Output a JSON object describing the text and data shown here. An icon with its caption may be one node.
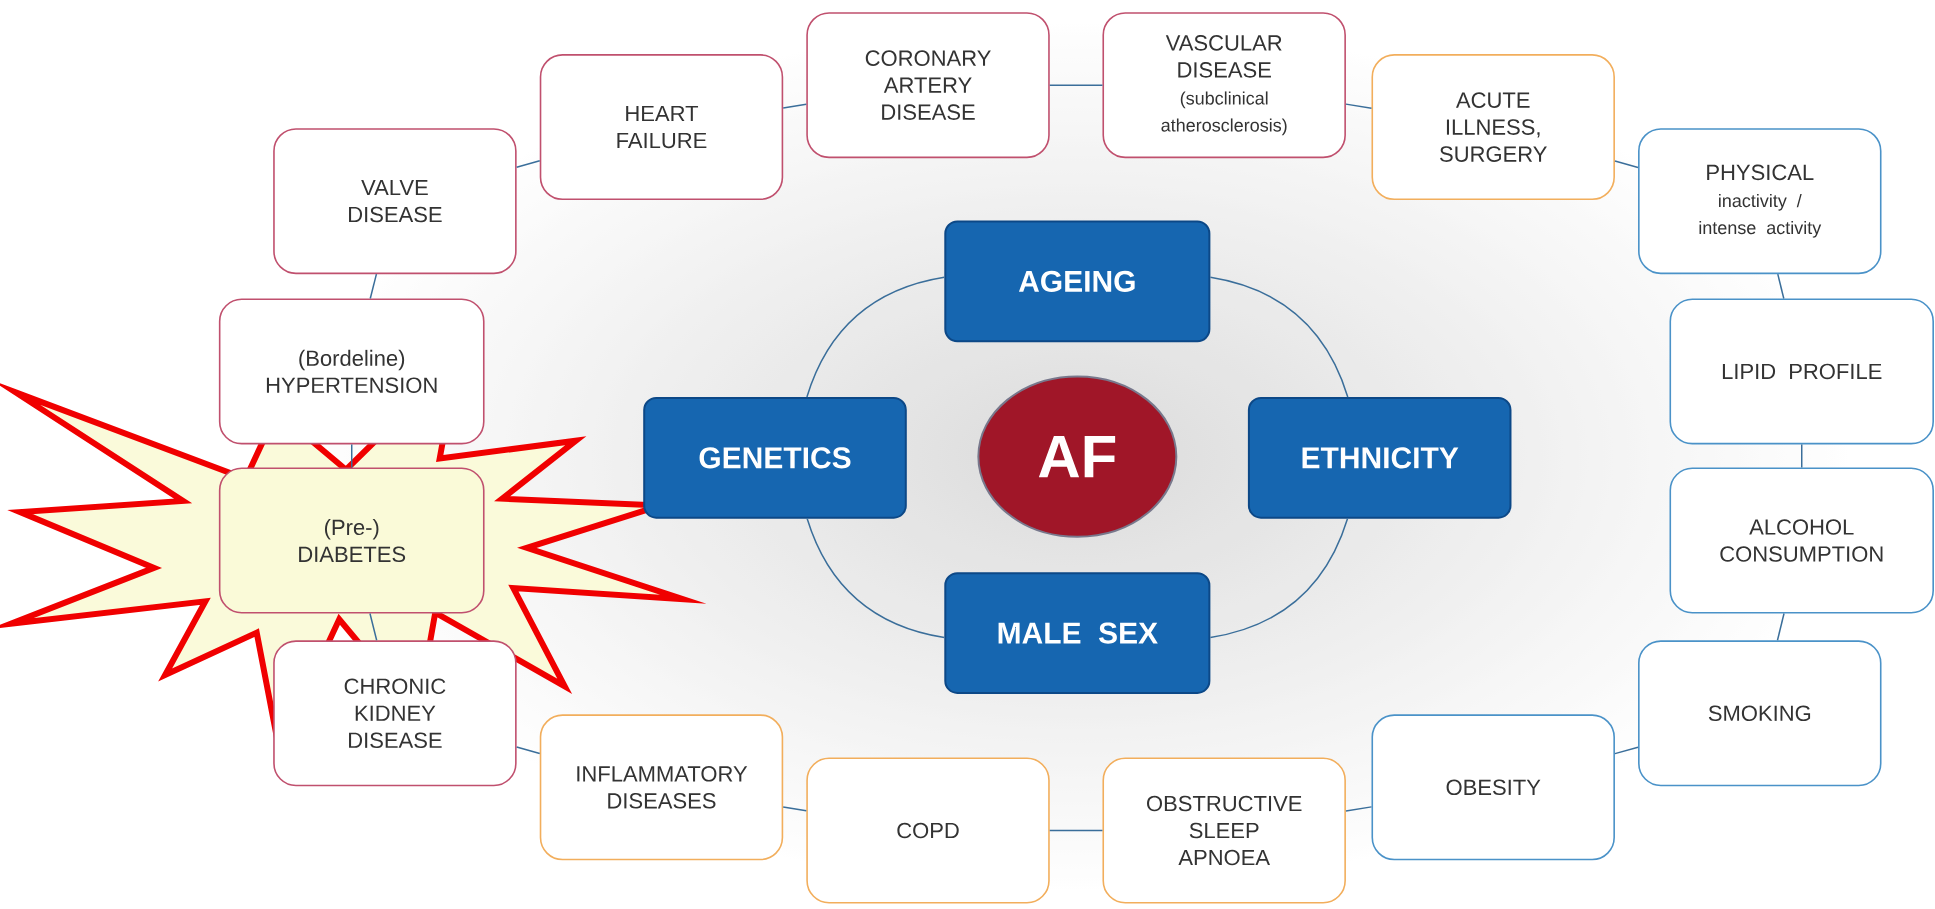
{
  "diagram": {
    "nodes": [
      {
        "text": [
          "VALVE DISEASE"
        ]
      },
      {
        "text": [
          "HEART FAILURE"
        ]
      },
      {
        "text": [
          "CORONARY ARTERY DISEASE"
        ]
      },
      {
        "text": [
          "VASCULAR DISEASE",
          "(subclinical atherosclerosis)"
        ]
      },
      {
        "text": [
          "ACUTE ILLNESS, SURGERY"
        ]
      },
      {
        "text": [
          "PHYSICAL",
          "inactivity / intense activity"
        ]
      },
      {
        "text": [
          "LIPID PROFILE"
        ]
      },
      {
        "text": [
          "ALCOHOL CONSUMPTION"
        ]
      },
      {
        "text": [
          "SMOKING"
        ]
      },
      {
        "text": [
          "OBESITY"
        ]
      },
      {
        "text": [
          "OBSTRUCTIVE SLEEP APNOEA"
        ]
      },
      {
        "text": [
          "COPD"
        ]
      },
      {
        "text": [
          "INFLAMMATORY DISEASES"
        ]
      },
      {
        "text": [
          "CHRONIC KIDNEY DISEASE"
        ]
      },
      {
        "text": [
          "(Pre-) DIABETES"
        ]
      },
      {
        "text": [
          "(Bordeline) HYPERTENSION"
        ]
      },
      {
        "text": [
          "AGEING"
        ]
      },
      {
        "text": [
          "GENETICS"
        ]
      },
      {
        "text": [
          "AF"
        ]
      },
      {
        "text": [
          "ETHNICITY"
        ]
      },
      {
        "text": [
          "MALE SEX"
        ]
      }
    ],
    "edges": [
      {
        "from": 0,
        "to": 1,
        "arrow": "none"
      },
      {
        "from": 1,
        "to": 2,
        "arrow": "none"
      },
      {
        "from": 2,
        "to": 3,
        "arrow": "none"
      },
      {
        "from": 3,
        "to": 4,
        "arrow": "none"
      },
      {
        "from": 4,
        "to": 5,
        "arrow": "none"
      },
      {
        "from": 5,
        "to": 6,
        "arrow": "none"
      },
      {
        "from": 6,
        "to": 7,
        "arrow": "none"
      },
      {
        "from": 7,
        "to": 8,
        "arrow": "none"
      },
      {
        "from": 8,
        "to": 9,
        "arrow": "none"
      },
      {
        "from": 9,
        "to": 10,
        "arrow": "none"
      },
      {
        "from": 10,
        "to": 11,
        "arrow": "none"
      },
      {
        "from": 11,
        "to": 12,
        "arrow": "none"
      },
      {
        "from": 12,
        "to": 13,
        "arrow": "none"
      },
      {
        "from": 13,
        "to": 14,
        "arrow": "none"
      },
      {
        "from": 14,
        "to": 15,
        "arrow": "none"
      },
      {
        "from": 15,
        "to": 0,
        "arrow": "none"
      },
      {
        "from": 16,
        "to": 19,
        "arrow": "none"
      },
      {
        "from": 19,
        "to": 20,
        "arrow": "none"
      },
      {
        "from": 20,
        "to": 17,
        "arrow": "none"
      },
      {
        "from": 17,
        "to": 16,
        "arrow": "none"
      }
    ]
  }
}
